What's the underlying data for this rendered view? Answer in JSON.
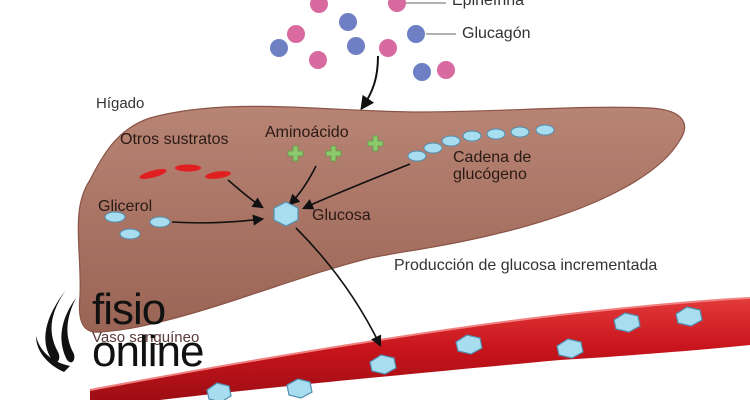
{
  "labels": {
    "epinefrina": "Epinefrina",
    "glucagon": "Glucagón",
    "higado": "Hígado",
    "otros_sustratos": "Otros sustratos",
    "aminoacido": "Aminoácido",
    "cadena": "Cadena de glucógeno",
    "glicerol": "Glicerol",
    "glucosa": "Glucosa",
    "produccion": "Producción de glucosa incrementada",
    "vaso": "Vaso sanguíneo"
  },
  "logo": {
    "line1": "fisio",
    "line2": "online"
  },
  "colors": {
    "liver": "#a56e5f",
    "vessel": "#c8141c",
    "hormone_pink": "#d86aa0",
    "hormone_blue": "#6e7fc4",
    "glucose": "#a8dcef",
    "plus_green": "#8cc86c",
    "substrate_red": "#e02020"
  }
}
